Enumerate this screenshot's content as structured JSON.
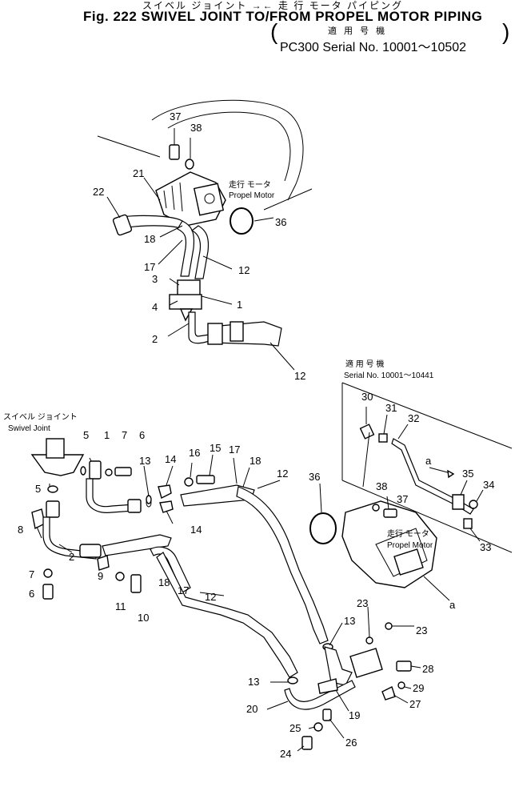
{
  "header": {
    "jp_title": "スイベル ジョイント →← 走 行 モータ パイピング",
    "en_title": "Fig. 222 SWIVEL JOINT TO/FROM PROPEL MOTOR PIPING",
    "jp_applicable": "適 用 号 機",
    "serial_range": "PC300 Serial No. 10001～10502"
  },
  "callouts": {
    "swivel_joint_jp": "スイベル ジョイント",
    "swivel_joint_en": "Swivel Joint",
    "propel_motor_jp": "走行 モータ",
    "propel_motor_en": "Propel Motor",
    "inset_jp": "適 用 号 機",
    "inset_serial": "Serial No. 10001～10441",
    "ref_a": "a"
  },
  "parts": {
    "p1": "1",
    "p2": "2",
    "p3": "3",
    "p4": "4",
    "p5": "5",
    "p6": "6",
    "p7": "7",
    "p8": "8",
    "p9": "9",
    "p10": "10",
    "p11": "11",
    "p12": "12",
    "p13": "13",
    "p14": "14",
    "p15": "15",
    "p16": "16",
    "p17": "17",
    "p18": "18",
    "p19": "19",
    "p20": "20",
    "p21": "21",
    "p22": "22",
    "p23": "23",
    "p24": "24",
    "p25": "25",
    "p26": "26",
    "p27": "27",
    "p28": "28",
    "p29": "29",
    "p30": "30",
    "p31": "31",
    "p32": "32",
    "p33": "33",
    "p34": "34",
    "p35": "35",
    "p36": "36",
    "p37": "37",
    "p38": "38"
  }
}
